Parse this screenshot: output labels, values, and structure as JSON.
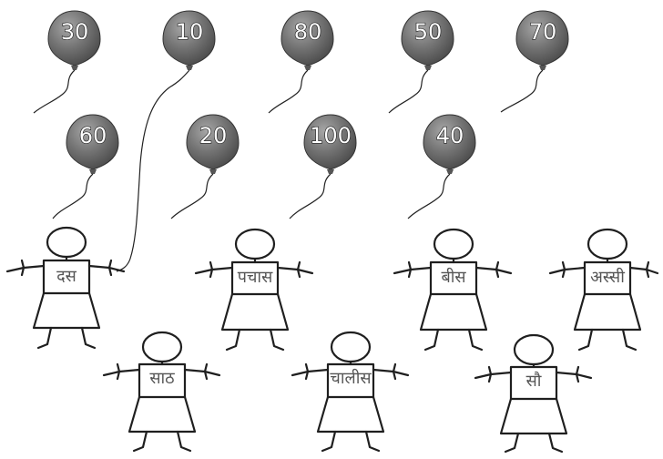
{
  "balloons": [
    {
      "id": "30",
      "label": "30"
    },
    {
      "id": "10",
      "label": "10"
    },
    {
      "id": "80",
      "label": "80"
    },
    {
      "id": "50",
      "label": "50"
    },
    {
      "id": "70",
      "label": "70"
    },
    {
      "id": "60",
      "label": "60"
    },
    {
      "id": "20",
      "label": "20"
    },
    {
      "id": "100",
      "label": "100"
    },
    {
      "id": "40",
      "label": "40"
    }
  ],
  "figures": [
    {
      "id": "das",
      "label": "दस"
    },
    {
      "id": "pachas",
      "label": "पचास"
    },
    {
      "id": "bees",
      "label": "बीस"
    },
    {
      "id": "assi",
      "label": "अस्सी"
    },
    {
      "id": "saath",
      "label": "साठ"
    },
    {
      "id": "chalis",
      "label": "चालीस"
    },
    {
      "id": "sau",
      "label": "सौ"
    }
  ],
  "colors": {
    "balloon": "#6e6e6e",
    "balloon_highlight": "#9a9a9a",
    "outline": "#1f1f1f",
    "label_text": "#555555"
  }
}
